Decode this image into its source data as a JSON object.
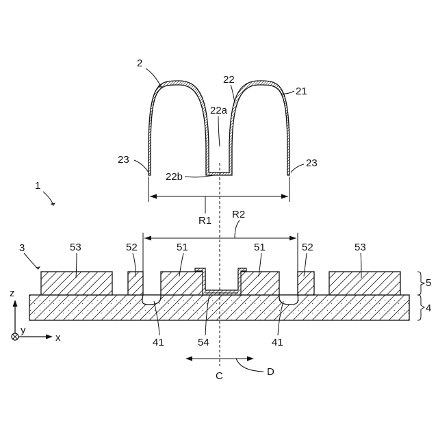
{
  "labels": {
    "l2": "2",
    "l22": "22",
    "l21": "21",
    "l22a": "22a",
    "l23_left": "23",
    "l23_right": "23",
    "l22b": "22b",
    "l1": "1",
    "lR1": "R1",
    "lR2": "R2",
    "l3": "3",
    "l53_left": "53",
    "l52_left": "52",
    "l51_left": "51",
    "l51_right": "51",
    "l52_right": "52",
    "l53_right": "53",
    "l5": "5",
    "l4": "4",
    "l41_left": "41",
    "l54": "54",
    "l41_right": "41",
    "lC": "C",
    "lD": "D"
  },
  "axes": {
    "z": "z",
    "y": "y",
    "x": "x"
  }
}
